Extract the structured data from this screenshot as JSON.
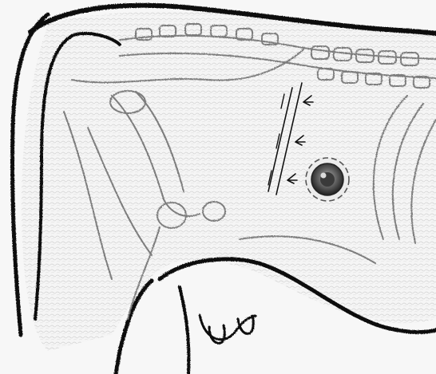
{
  "image": {
    "subject": "cow-hindquarter-anatomical-sketch",
    "style": "grayscale-pencil-edge-drawing",
    "colors": {
      "background": "#f7f7f7",
      "outline": "#111111",
      "detail": "#8a8a8a",
      "marker_fill": "#3a3a3a",
      "marker_ring": "#555555"
    },
    "elements": {
      "target_marker": "injection-site-marker",
      "arrows": "direction-arrows",
      "guide_lines": "parallel-guide-lines"
    }
  }
}
